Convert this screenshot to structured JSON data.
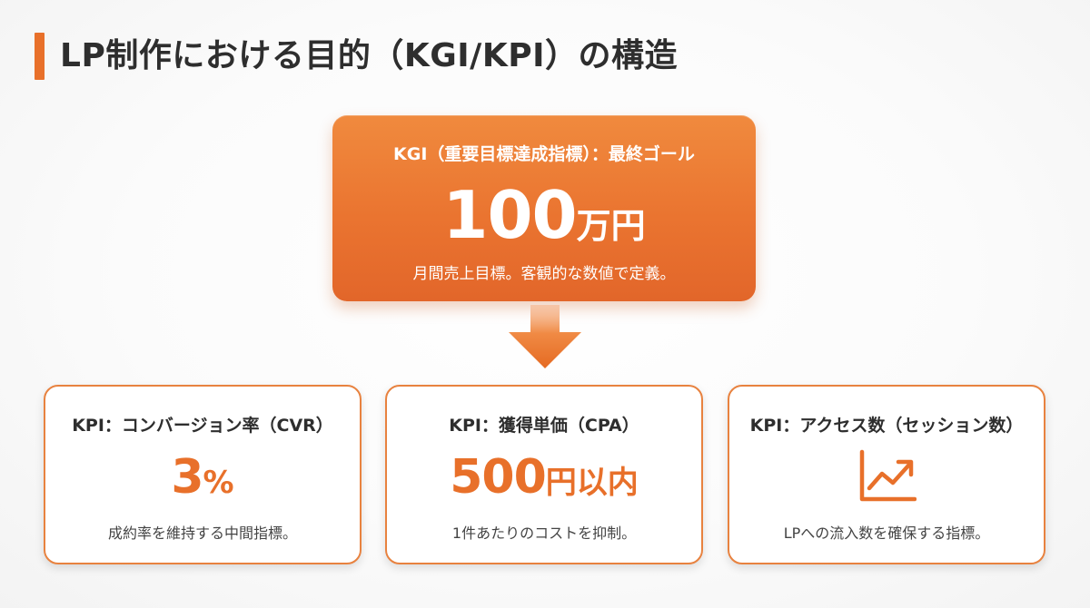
{
  "title": "LP制作における目的（KGI/KPI）の構造",
  "kgi": {
    "label": "KGI（重要目標達成指標）：最終ゴール",
    "value_number": "100",
    "value_unit": "万円",
    "description": "月間売上目標。客観的な数値で定義。"
  },
  "kpis": [
    {
      "label": "KPI：コンバージョン率（CVR）",
      "value_number": "3",
      "value_unit": "%",
      "description": "成約率を維持する中間指標。"
    },
    {
      "label": "KPI：獲得単価（CPA）",
      "value_number": "500",
      "value_unit": "円以内",
      "description": "1件あたりのコストを抑制。"
    },
    {
      "label": "KPI：アクセス数（セッション数）",
      "icon": "trending-up-chart-icon",
      "description": "LPへの流入数を確保する指標。"
    }
  ],
  "colors": {
    "accent": "#e8702a",
    "text": "#2e2e2e"
  }
}
